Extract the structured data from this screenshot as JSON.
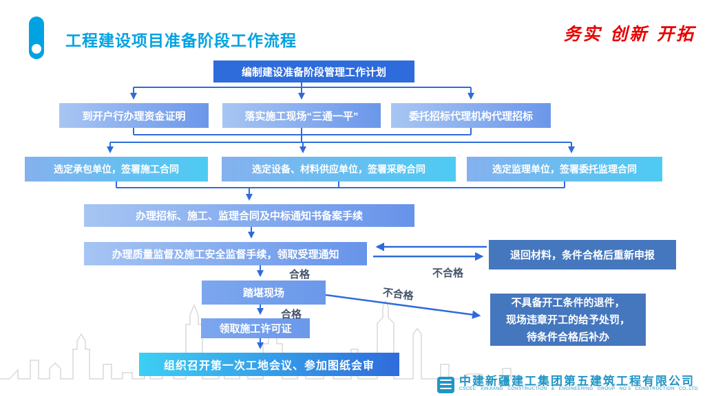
{
  "header": {
    "title": "工程建设项目准备阶段工作流程",
    "slogan": "务实 创新 开拓"
  },
  "flow": {
    "plan": "编制建设准备阶段管理工作计划",
    "row2": [
      "到开户行办理资金证明",
      "落实施工现场“三通一平”",
      "委托招标代理机构代理招标"
    ],
    "row3": [
      "选定承包单位，签署施工合同",
      "选定设备、材料供应单位，签署采购合同",
      "选定监理单位，签署委托监理合同"
    ],
    "filing": "办理招标、施工、监理合同及中标通知书备案手续",
    "supervision": "办理质量监督及施工安全监督手续，领取受理通知",
    "return_materials": "退回材料，条件合格后重新申报",
    "site_visit": "踏堪现场",
    "reject": "不具备开工条件的退件，\n现场违章开工的给予处罚，\n待条件合格后补办",
    "permit": "领取施工许可证",
    "first_meeting": "组织召开第一次工地会议、参加图纸会审",
    "labels": {
      "pass": "合格",
      "fail": "不合格"
    }
  },
  "footer": {
    "company_cn": "中建新疆建工集团第五建筑工程有限公司",
    "company_en": "CSCEC XINJIANG CONSTRUCTION & ENGINEERING GROUP NO.5 CONSTRUCTION CO.,LTD"
  },
  "colors": {
    "title_cyan": "#00A2E2",
    "slogan_red": "#E60000",
    "connector_blue": "#2E6BD9",
    "solid_blue": "#2E6BDB",
    "steel_blue": "#4577BE",
    "label_dark": "#44546A",
    "company_teal": "#2095C5"
  }
}
